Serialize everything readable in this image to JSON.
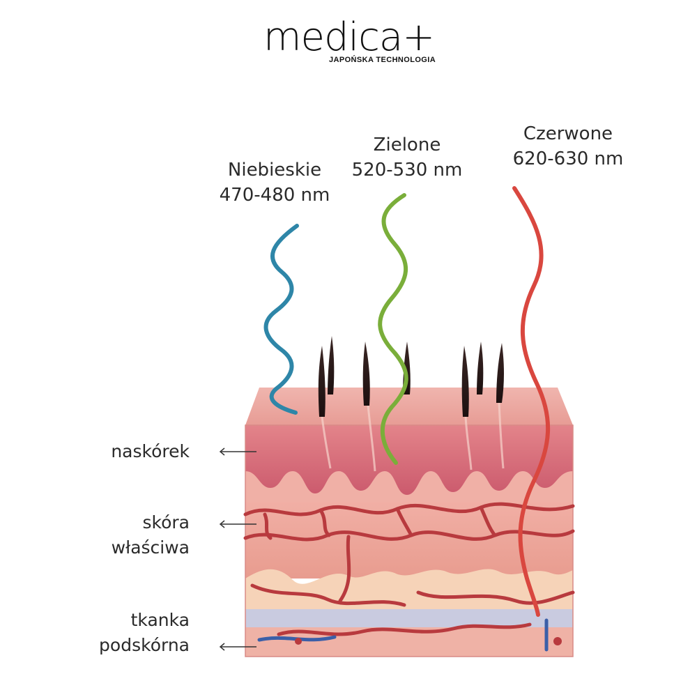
{
  "brand": {
    "name": "medica+",
    "tagline": "JAPOŃSKA TECHNOLOGIA"
  },
  "wavelengths": [
    {
      "name": "Niebieskie",
      "range": "470-480 nm",
      "color": "#2E86A8"
    },
    {
      "name": "Zielone",
      "range": "520-530 nm",
      "color": "#7AAE3A"
    },
    {
      "name": "Czerwone",
      "range": "620-630 nm",
      "color": "#D9473F"
    }
  ],
  "layers": [
    {
      "line1": "naskórek",
      "line2": ""
    },
    {
      "line1": "skóra",
      "line2": "właściwa"
    },
    {
      "line1": "tkanka",
      "line2": "podskórna"
    }
  ]
}
